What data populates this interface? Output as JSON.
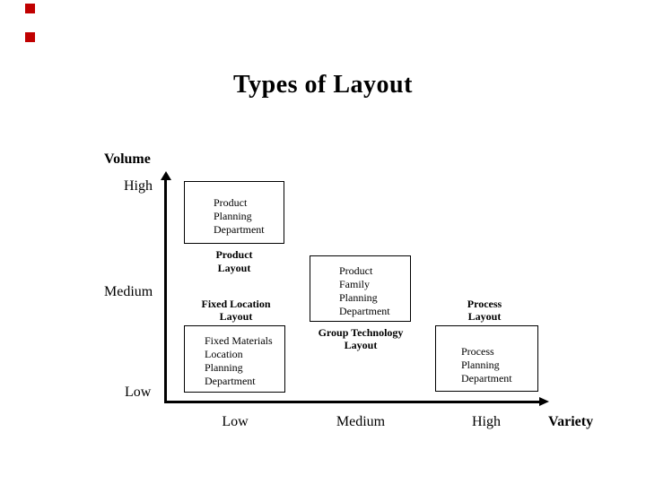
{
  "slide": {
    "title": "Types of Layout"
  },
  "colors": {
    "background": "#ffffff",
    "text": "#000000",
    "box_border": "#000000",
    "axis": "#000000",
    "marker_red": "#c00000"
  },
  "decorations": {
    "top_left_markers": [
      "red-square-icon",
      "red-square-icon"
    ]
  },
  "y_axis": {
    "label": "Volume",
    "ticks": {
      "high": "High",
      "medium": "Medium",
      "low": "Low"
    }
  },
  "x_axis": {
    "label": "Variety",
    "ticks": {
      "low": "Low",
      "medium": "Medium",
      "high": "High"
    }
  },
  "layout_labels": {
    "product": {
      "lines": [
        "Product",
        "Layout"
      ]
    },
    "fixed_location": {
      "lines": [
        "Fixed Location",
        "Layout"
      ]
    },
    "process": {
      "lines": [
        "Process",
        "Layout"
      ]
    },
    "group_technology": {
      "lines": [
        "Group Technology",
        "Layout"
      ]
    }
  },
  "boxes": {
    "product_planning": {
      "lines": [
        "Product",
        "Planning",
        "Department"
      ]
    },
    "product_family_planning": {
      "lines": [
        "Product",
        "Family",
        "Planning",
        "Department"
      ]
    },
    "fixed_materials_planning": {
      "lines": [
        "Fixed Materials",
        "Location",
        "Planning",
        "Department"
      ]
    },
    "process_planning": {
      "lines": [
        "Process",
        "Planning",
        "Department"
      ]
    }
  }
}
